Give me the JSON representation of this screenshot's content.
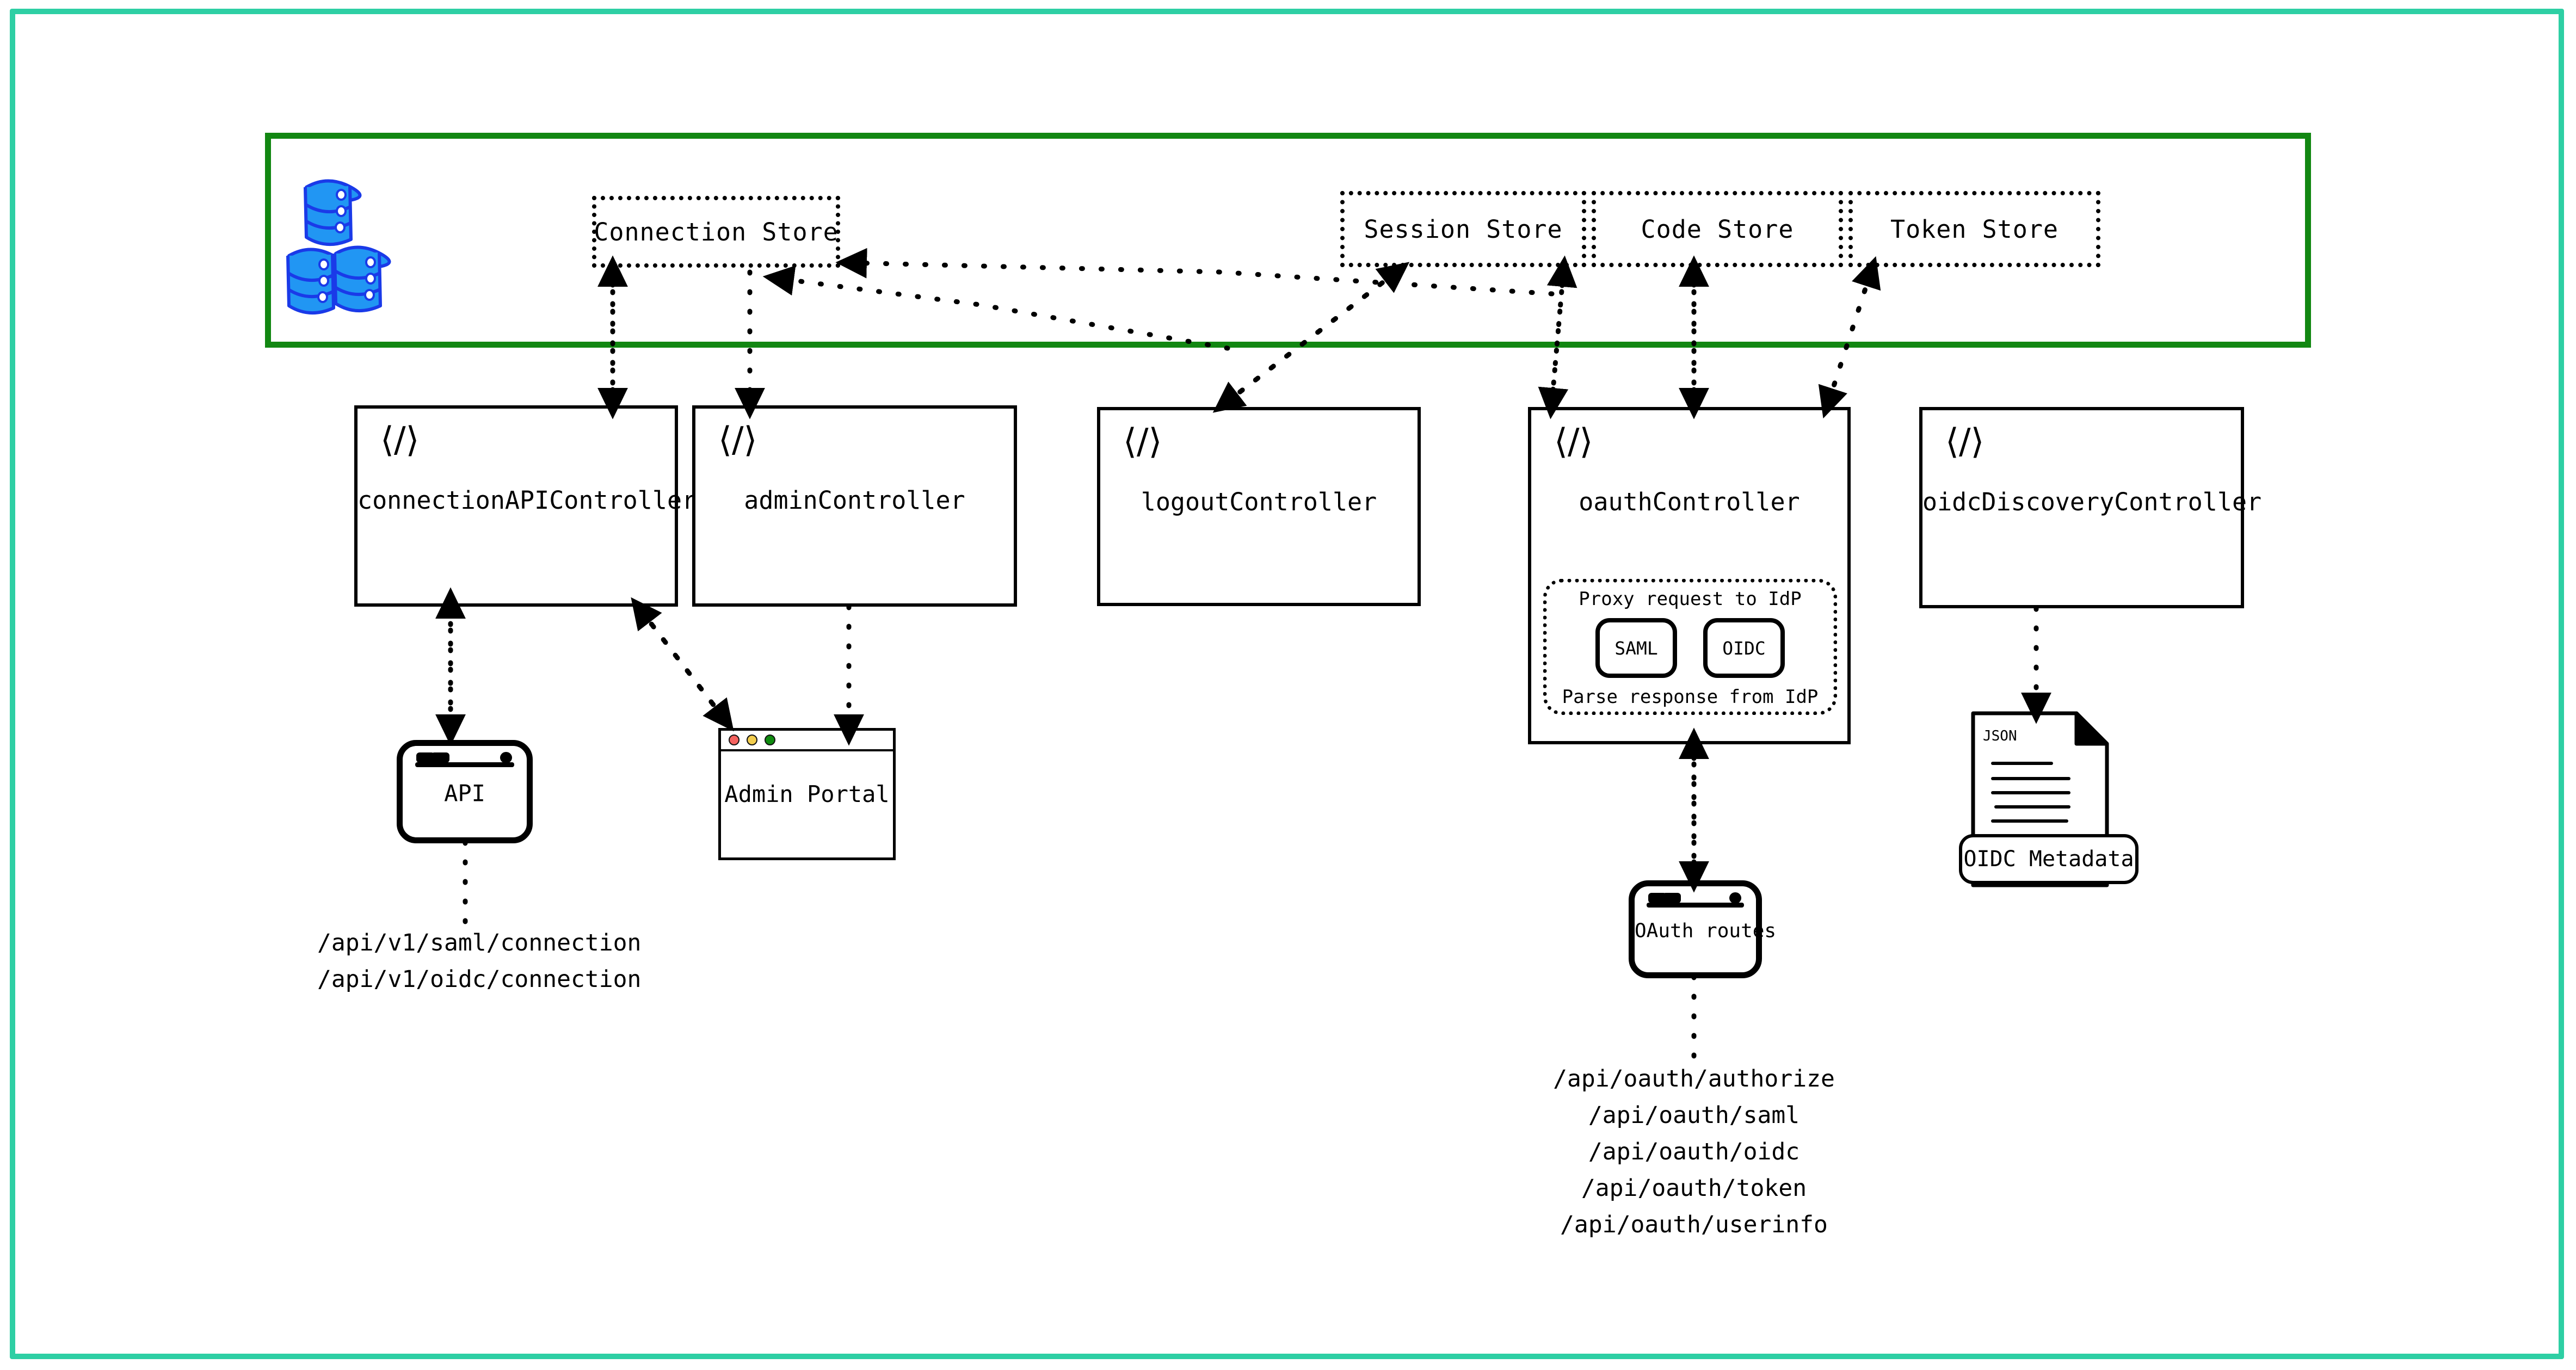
{
  "colors": {
    "outer_frame": "#2ecfa4",
    "data_layer_border": "#128712",
    "database_fill": "#2196f3",
    "database_stroke": "#1a3ae8",
    "traffic_red": "#f4625f",
    "traffic_yellow": "#f2cd4e",
    "traffic_green": "#0f8b0f",
    "stroke": "#000000"
  },
  "data_layer": {
    "database_icon_name": "database-stack-icon",
    "stores": [
      {
        "label": "Connection Store"
      },
      {
        "label": "Session Store"
      },
      {
        "label": "Code Store"
      },
      {
        "label": "Token Store"
      }
    ]
  },
  "controllers": [
    {
      "label": "connectionAPIController",
      "icon": "code-brackets-icon",
      "icon_glyph": "⟨/⟩"
    },
    {
      "label": "adminController",
      "icon": "code-brackets-icon",
      "icon_glyph": "⟨/⟩"
    },
    {
      "label": "logoutController",
      "icon": "code-brackets-icon",
      "icon_glyph": "⟨/⟩"
    },
    {
      "label": "oauthController",
      "icon": "code-brackets-icon",
      "icon_glyph": "⟨/⟩"
    },
    {
      "label": "oidcDiscoveryController",
      "icon": "code-brackets-icon",
      "icon_glyph": "⟨/⟩"
    }
  ],
  "proxy_region": {
    "top_label": "Proxy request to IdP",
    "bottom_label": "Parse response from IdP",
    "chips": [
      {
        "label": "SAML"
      },
      {
        "label": "OIDC"
      }
    ]
  },
  "clients": {
    "api_window": {
      "label": "API",
      "icon": "window-icon"
    },
    "admin_portal": {
      "label": "Admin Portal",
      "icon": "browser-window-icon"
    },
    "oauth_routes": {
      "label": "OAuth routes",
      "icon": "window-icon"
    },
    "oidc_metadata": {
      "label": "OIDC Metadata",
      "doc_type": "JSON",
      "icon": "json-document-icon"
    }
  },
  "connection_routes": [
    "/api/v1/saml/connection",
    "/api/v1/oidc/connection"
  ],
  "oauth_routes": [
    "/api/oauth/authorize",
    "/api/oauth/saml",
    "/api/oauth/oidc",
    "/api/oauth/token",
    "/api/oauth/userinfo"
  ]
}
